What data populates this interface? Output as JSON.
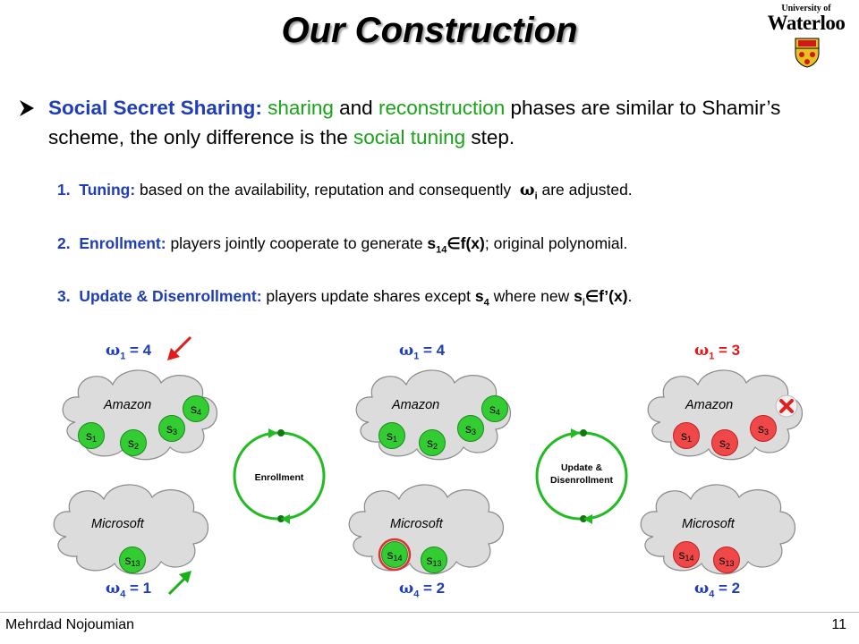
{
  "title": "Our Construction",
  "logo": {
    "line1": "University of",
    "line2": "Waterloo"
  },
  "bullet": {
    "arrow": "Ø",
    "lead": "Social Secret Sharing:",
    "t1": " ",
    "g1": "sharing",
    "t2": " and ",
    "g2": "reconstruction",
    "t3": " phases are similar to Shamir’s scheme, the only difference is the ",
    "g3": "social tuning",
    "t4": " step."
  },
  "items": [
    {
      "num": "1.",
      "label": "Tuning:",
      "text": " based on the availability, reputation and consequently ",
      "sym": "ω",
      "sub": "i",
      "tail": " are adjusted."
    },
    {
      "num": "2.",
      "label": "Enrollment:",
      "text": " players jointly cooperate to generate ",
      "bold": "s",
      "sub": "14",
      "mid": "∈f(x)",
      "tail": "; original polynomial."
    },
    {
      "num": "3.",
      "label": "Update & Disenrollment:",
      "text": " players update shares except ",
      "bold": "s",
      "sub": "4",
      "text2": " where new ",
      "bold2": "s",
      "sub2": "i",
      "mid": "∈f’(x)",
      "tail": "."
    }
  ],
  "diagram": {
    "omega_top": [
      {
        "sym": "ω",
        "sub": "1",
        "val": " = 4"
      },
      {
        "sym": "ω",
        "sub": "1",
        "val": " = 4"
      },
      {
        "sym": "ω",
        "sub": "1",
        "val": " = 3"
      }
    ],
    "omega_bottom": [
      {
        "sym": "ω",
        "sub": "4",
        "val": " = 1"
      },
      {
        "sym": "ω",
        "sub": "4",
        "val": " = 2"
      },
      {
        "sym": "ω",
        "sub": "4",
        "val": " = 2"
      }
    ],
    "cloud_top": "Amazon",
    "cloud_bottom": "Microsoft",
    "share_letter": "s",
    "subs": {
      "s1": "1",
      "s2": "2",
      "s3": "3",
      "s4": "4",
      "s13": "13",
      "s14": "14"
    },
    "cycle1": "Enrollment",
    "cycle2_line1": "Update &",
    "cycle2_line2": "Disenrollment",
    "colors": {
      "share_green": "#33cc33",
      "share_red": "#f04848",
      "arrow_red": "#e01c1c",
      "arrow_green": "#18b018",
      "cycle_green": "#22bb22"
    }
  },
  "footer": {
    "author": "Mehrdad Nojoumian",
    "page": "11"
  }
}
